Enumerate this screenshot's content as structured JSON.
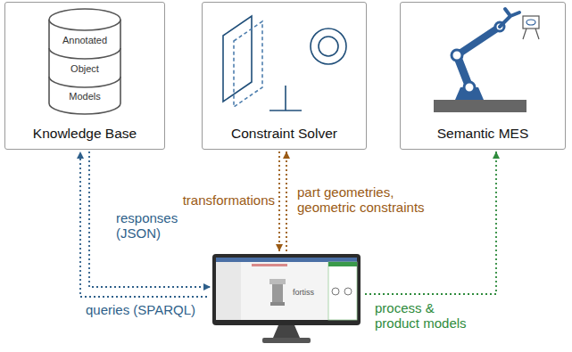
{
  "diagram": {
    "nodes": [
      {
        "text": [
          "Knowledge Base"
        ]
      },
      {
        "text": [
          "Constraint Solver"
        ]
      },
      {
        "text": [
          "Semantic MES"
        ]
      },
      {
        "text": [
          "fortiss"
        ]
      }
    ],
    "edges": [
      {
        "from": 3,
        "to": 0,
        "arrow": "to",
        "label": "queries (SPARQL)"
      },
      {
        "from": 0,
        "to": 3,
        "arrow": "to",
        "label": "responses (JSON)"
      },
      {
        "from": 1,
        "to": 3,
        "arrow": "to",
        "label": "transformations"
      },
      {
        "from": 3,
        "to": 1,
        "arrow": "to",
        "label": "part geometries, geometric constraints"
      },
      {
        "from": 3,
        "to": 2,
        "arrow": "to",
        "label": "process & product models"
      }
    ],
    "labels": [
      "Annotated",
      "Object",
      "Models"
    ]
  }
}
